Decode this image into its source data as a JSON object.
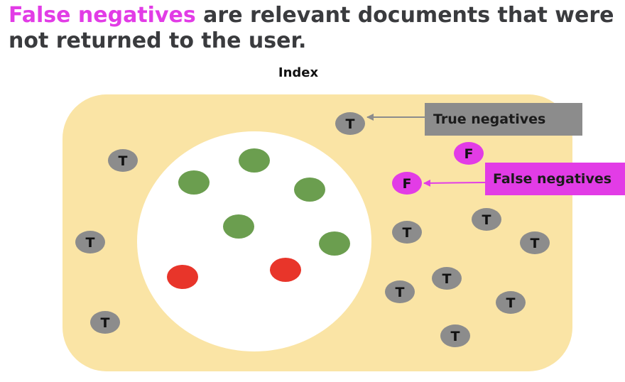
{
  "headline": {
    "highlight": "False negatives",
    "rest": " are relevant documents that were not returned to the user."
  },
  "index_label": "Index",
  "callouts": {
    "true_negatives": "True negatives",
    "false_negatives": "False negatives"
  },
  "marker_letters": {
    "true_negative": "T",
    "false_negative": "F"
  },
  "colors": {
    "accent": "#e23ce6",
    "headline_text": "#3a3b3e",
    "index_fill": "#fae4a5",
    "retrieved_fill": "#ffffff",
    "relevant_retrieved": "#6b9e4f",
    "irrelevant_retrieved": "#e8352a",
    "true_negative_fill": "#8c8c8c",
    "false_negative_fill": "#e23ce6",
    "arrow_gray": "#8c8c8c"
  }
}
